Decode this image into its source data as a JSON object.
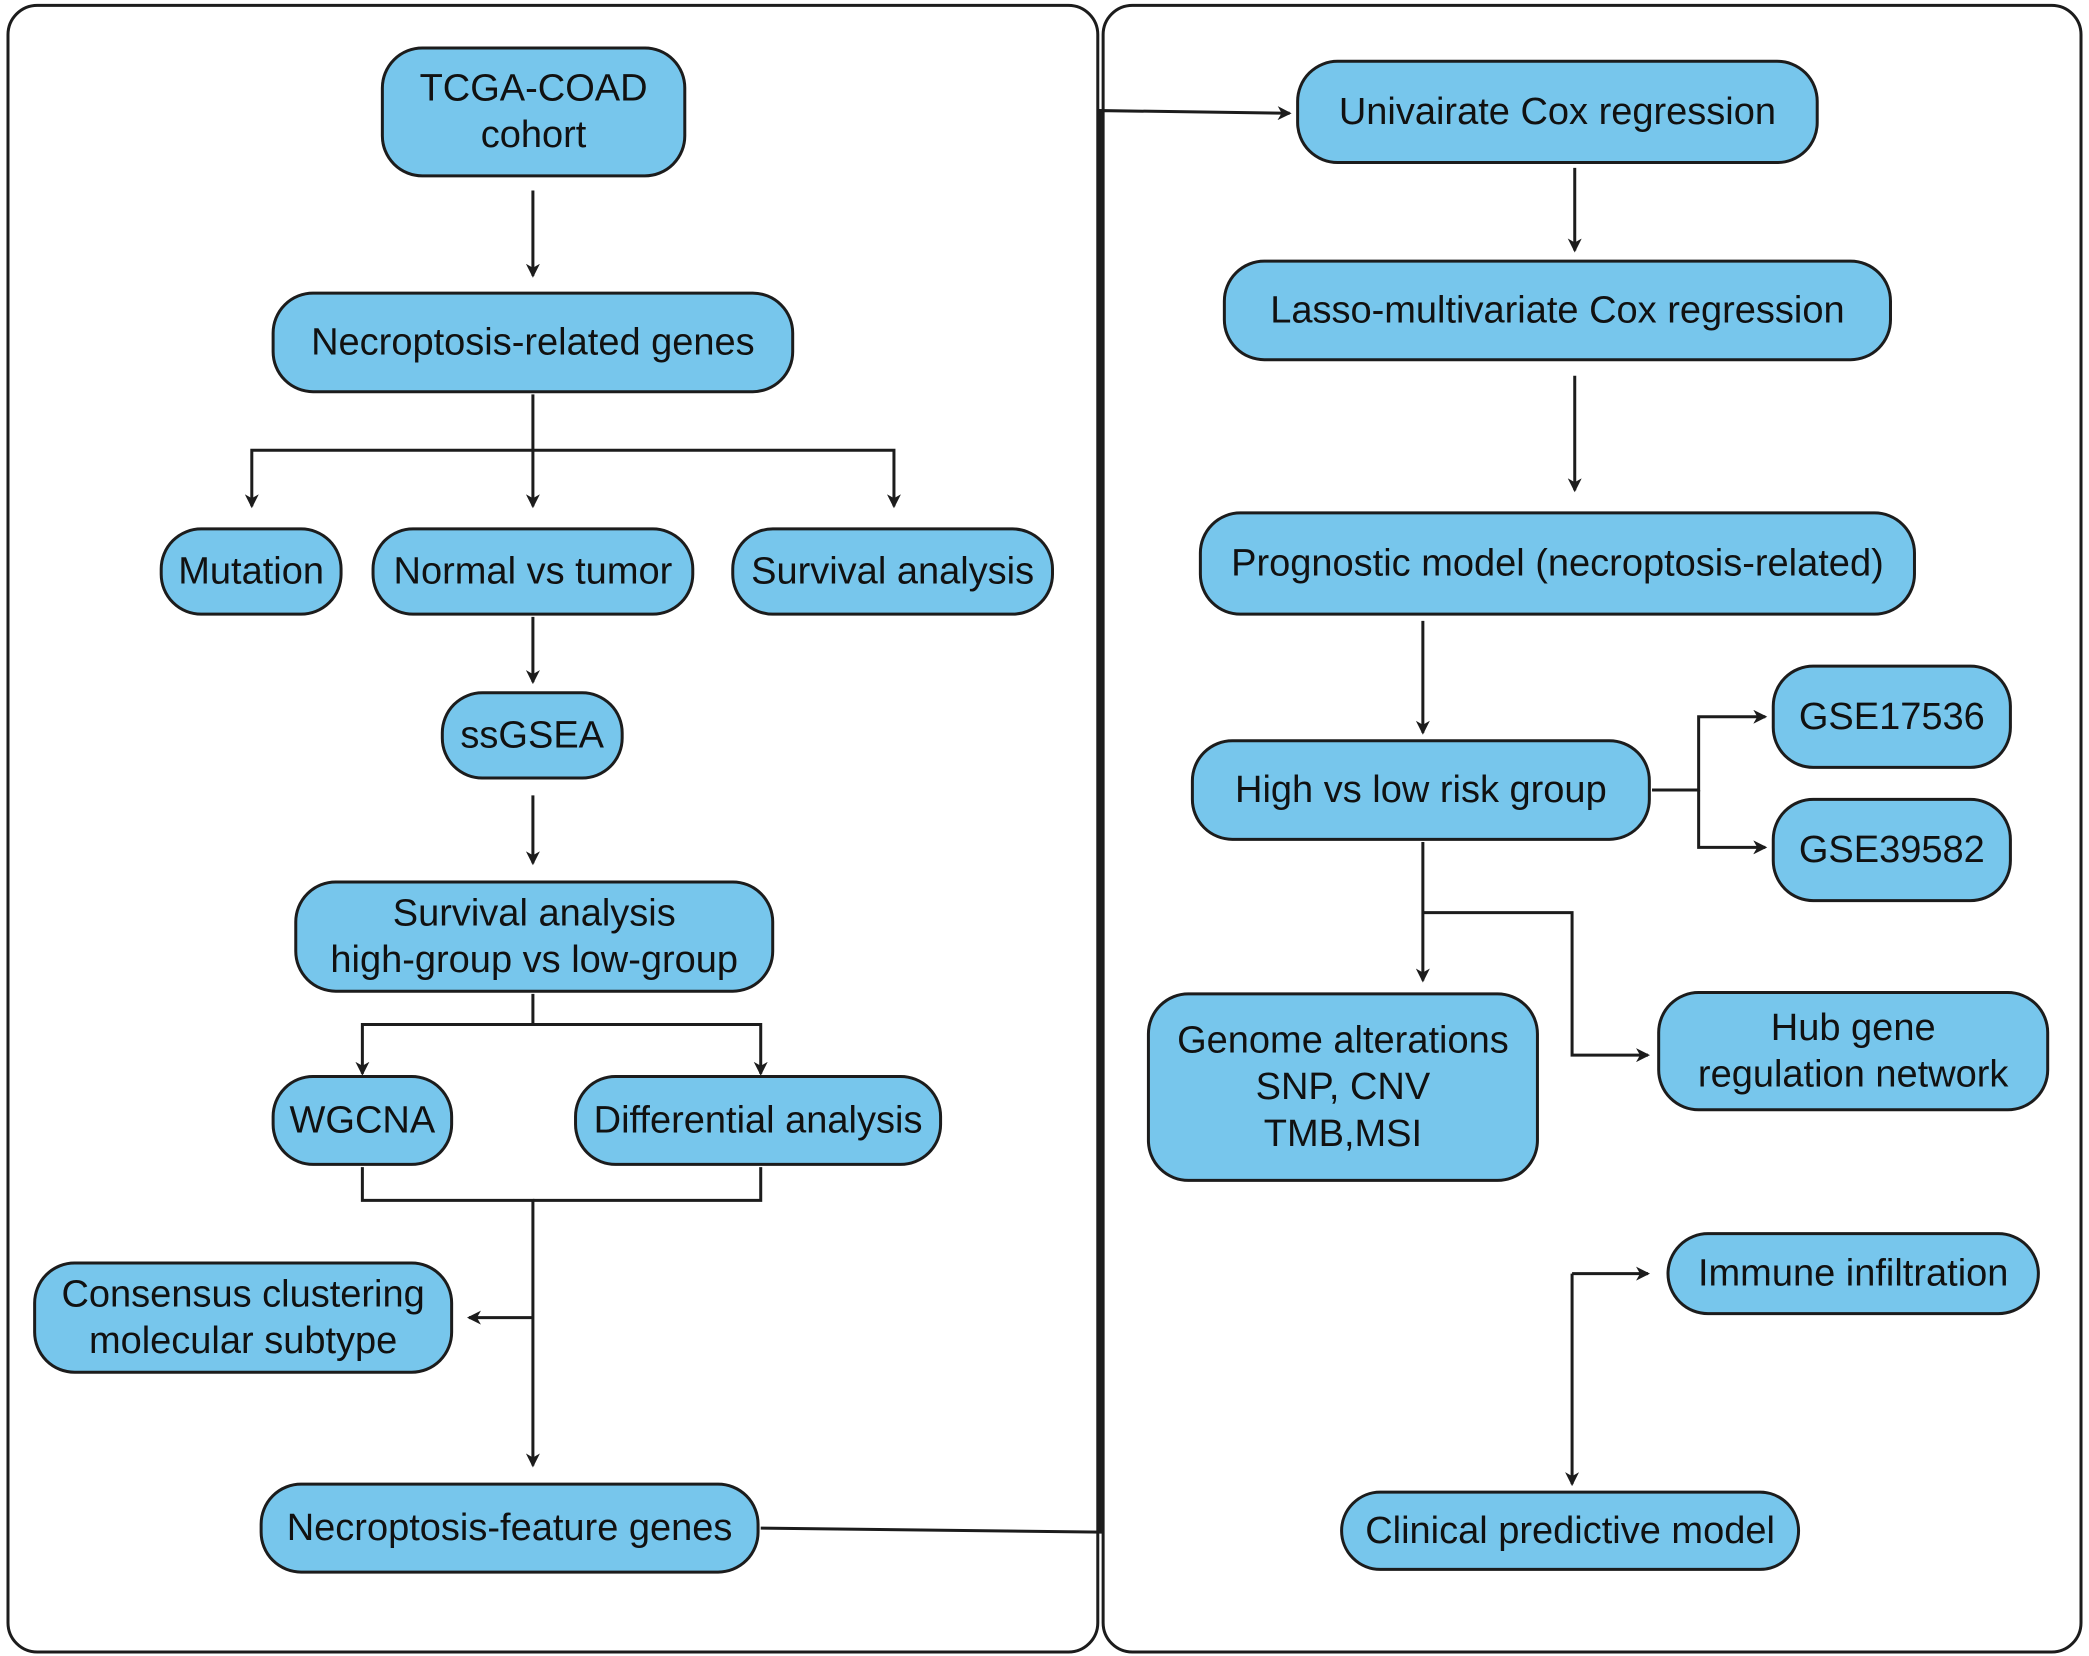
{
  "diagram": {
    "panels": [
      {
        "id": "left-panel"
      },
      {
        "id": "right-panel"
      }
    ],
    "nodes": [
      {
        "id": "tcga",
        "lines": [
          "TCGA-COAD",
          "cohort"
        ]
      },
      {
        "id": "necro_genes",
        "lines": [
          "Necroptosis-related genes"
        ]
      },
      {
        "id": "mutation",
        "lines": [
          "Mutation"
        ]
      },
      {
        "id": "normal_tumor",
        "lines": [
          "Normal vs tumor"
        ]
      },
      {
        "id": "survival1",
        "lines": [
          "Survival analysis"
        ]
      },
      {
        "id": "ssgsea",
        "lines": [
          "ssGSEA"
        ]
      },
      {
        "id": "survival2",
        "lines": [
          "Survival analysis",
          "high-group vs low-group"
        ]
      },
      {
        "id": "wgcna",
        "lines": [
          "WGCNA"
        ]
      },
      {
        "id": "diff",
        "lines": [
          "Differential analysis"
        ]
      },
      {
        "id": "consensus",
        "lines": [
          "Consensus clustering",
          "molecular subtype"
        ]
      },
      {
        "id": "feature",
        "lines": [
          "Necroptosis-feature genes"
        ]
      },
      {
        "id": "unicox",
        "lines": [
          "Univairate Cox regression"
        ]
      },
      {
        "id": "lasso",
        "lines": [
          "Lasso-multivariate Cox regression"
        ]
      },
      {
        "id": "prognostic",
        "lines": [
          "Prognostic model (necroptosis-related)"
        ]
      },
      {
        "id": "risk",
        "lines": [
          "High vs low risk group"
        ]
      },
      {
        "id": "gse17536",
        "lines": [
          "GSE17536"
        ]
      },
      {
        "id": "gse39582",
        "lines": [
          "GSE39582"
        ]
      },
      {
        "id": "genome",
        "lines": [
          "Genome alterations",
          "SNP, CNV",
          "TMB,MSI"
        ]
      },
      {
        "id": "hub",
        "lines": [
          "Hub gene",
          "regulation network"
        ]
      },
      {
        "id": "immune",
        "lines": [
          "Immune infiltration"
        ]
      },
      {
        "id": "clinical",
        "lines": [
          "Clinical predictive model"
        ]
      }
    ],
    "edges": [
      {
        "from": "tcga",
        "to": "necro_genes",
        "arrow": true
      },
      {
        "from": "necro_genes",
        "to": "mutation",
        "arrow": true
      },
      {
        "from": "necro_genes",
        "to": "normal_tumor",
        "arrow": true
      },
      {
        "from": "necro_genes",
        "to": "survival1",
        "arrow": true
      },
      {
        "from": "normal_tumor",
        "to": "ssgsea",
        "arrow": true
      },
      {
        "from": "ssgsea",
        "to": "survival2",
        "arrow": true
      },
      {
        "from": "survival2",
        "to": "wgcna",
        "arrow": true
      },
      {
        "from": "survival2",
        "to": "diff",
        "arrow": true
      },
      {
        "from": "wgcna",
        "to": "feature",
        "arrow": true
      },
      {
        "from": "diff",
        "to": "feature",
        "arrow": true
      },
      {
        "from": "wgcna",
        "to": "consensus",
        "arrow": true
      },
      {
        "from": "feature",
        "to": "unicox",
        "arrow": true
      },
      {
        "from": "unicox",
        "to": "lasso",
        "arrow": true
      },
      {
        "from": "lasso",
        "to": "prognostic",
        "arrow": true
      },
      {
        "from": "prognostic",
        "to": "risk",
        "arrow": true
      },
      {
        "from": "risk",
        "to": "gse17536",
        "arrow": true
      },
      {
        "from": "risk",
        "to": "gse39582",
        "arrow": true
      },
      {
        "from": "risk",
        "to": "genome",
        "arrow": true
      },
      {
        "from": "risk",
        "to": "hub",
        "arrow": true
      },
      {
        "from": "risk",
        "to": "immune",
        "arrow": true
      },
      {
        "from": "risk",
        "to": "clinical",
        "arrow": true
      }
    ]
  }
}
